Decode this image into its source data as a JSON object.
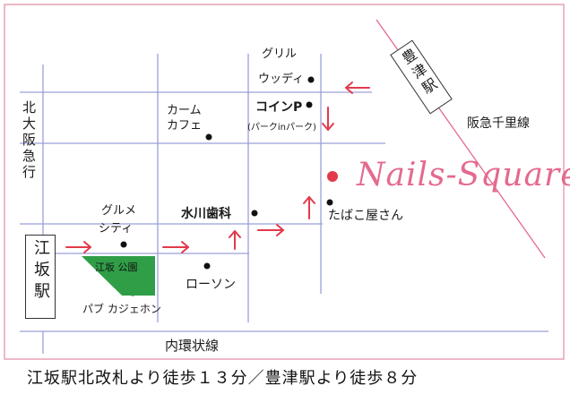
{
  "colors": {
    "frame": "#e9a0b4",
    "road": "#9aa0d8",
    "arrow": "#e23a4b",
    "park": "#2f9e47",
    "brand": "#e46a8e",
    "rail": "#e46a8e"
  },
  "labels": {
    "kitaosaka": "北大阪急行",
    "esaka_station": "江坂駅",
    "toyotsu_station": "豊津駅",
    "hankyu_senri": "阪急千里線",
    "naikan": "内環状線",
    "grill_1": "グリル",
    "grill_2": "ウッディ",
    "calm_1": "カーム",
    "calm_2": "カフェ",
    "coin_1": "コインP",
    "coin_2": "(パークinパーク)",
    "gourmet_1": "グルメ",
    "gourmet_2": "シティ",
    "mizukawa": "水川歯科",
    "tabako": "たばこ屋さん",
    "park": "江坂 公園",
    "lawson": "ローソン",
    "pub": "パブ  カジェホン",
    "brand": "Nails-Square",
    "footer": "江坂駅北改札より徒歩１３分／豊津駅より徒歩８分"
  },
  "icons": {
    "location_dot": "dot-icon",
    "shop_marker": "red-dot-icon",
    "direction": "arrow-icon"
  }
}
